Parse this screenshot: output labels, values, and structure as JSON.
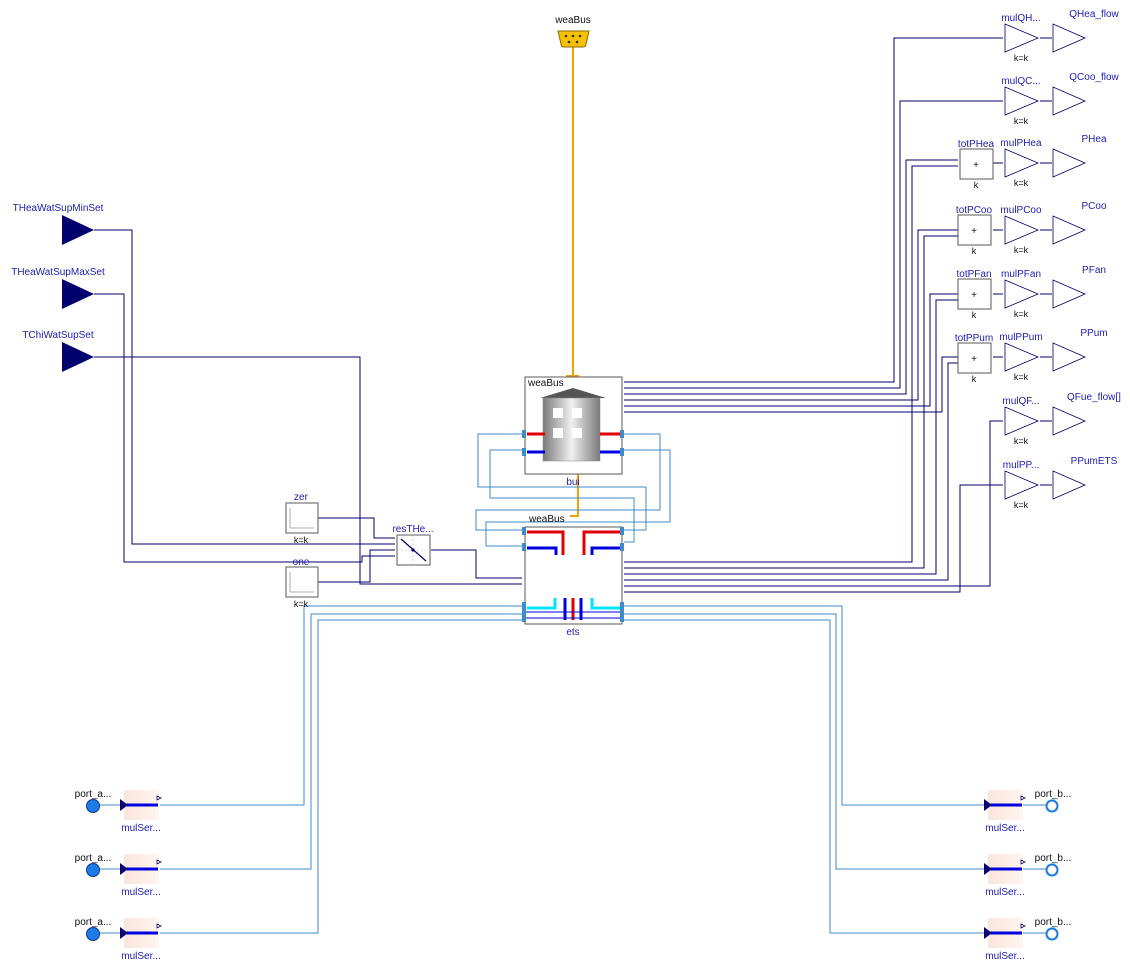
{
  "colors": {
    "signal": "#00006e",
    "fluid": "#3c8cc8",
    "weather": "#f5a000",
    "supply_hot": "#e00000",
    "supply_cold": "#0000e0",
    "cyan": "#00e6ff",
    "port_fill": "#1e7ae6",
    "block_outline": "#5a5a5a",
    "label_blue": "#1c1cb4"
  },
  "weaBus": {
    "label": "weaBus",
    "icon": "bus-connector-icon"
  },
  "inputs": [
    {
      "id": "THeaWatSupMinSet",
      "label": "THeaWatSupMinSet"
    },
    {
      "id": "THeaWatSupMaxSet",
      "label": "THeaWatSupMaxSet"
    },
    {
      "id": "TChiWatSupSet",
      "label": "TChiWatSupSet"
    }
  ],
  "constants": [
    {
      "id": "zer",
      "name": "zer",
      "param": "k=k"
    },
    {
      "id": "one",
      "name": "one",
      "param": "k=k"
    }
  ],
  "reset": {
    "name": "resTHe..."
  },
  "building": {
    "name": "bui",
    "bus_label": "weaBus"
  },
  "ets": {
    "name": "ets",
    "bus_label": "weaBus"
  },
  "adders": [
    {
      "name": "totPHea",
      "symbol": "+",
      "param": "k"
    },
    {
      "name": "totPCoo",
      "symbol": "+",
      "param": "k"
    },
    {
      "name": "totPFan",
      "symbol": "+",
      "param": "k"
    },
    {
      "name": "totPPum",
      "symbol": "+",
      "param": "k"
    }
  ],
  "gains": [
    {
      "name": "mulQH...",
      "param": "k=k",
      "output": "QHea_flow"
    },
    {
      "name": "mulQC...",
      "param": "k=k",
      "output": "QCoo_flow"
    },
    {
      "name": "mulPHea",
      "param": "k=k",
      "output": "PHea"
    },
    {
      "name": "mulPCoo",
      "param": "k=k",
      "output": "PCoo"
    },
    {
      "name": "mulPFan",
      "param": "k=k",
      "output": "PFan"
    },
    {
      "name": "mulPPum",
      "param": "k=k",
      "output": "PPum"
    },
    {
      "name": "mulQF...",
      "param": "k=k",
      "output": "QFue_flow[]"
    },
    {
      "name": "mulPP...",
      "param": "k=k",
      "output": "PPumETS"
    }
  ],
  "ports_a": [
    {
      "label": "port_a...",
      "mul": "mulSer..."
    },
    {
      "label": "port_a...",
      "mul": "mulSer..."
    },
    {
      "label": "port_a...",
      "mul": "mulSer..."
    }
  ],
  "ports_b": [
    {
      "label": "port_b...",
      "mul": "mulSer..."
    },
    {
      "label": "port_b...",
      "mul": "mulSer..."
    },
    {
      "label": "port_b...",
      "mul": "mulSer..."
    }
  ]
}
